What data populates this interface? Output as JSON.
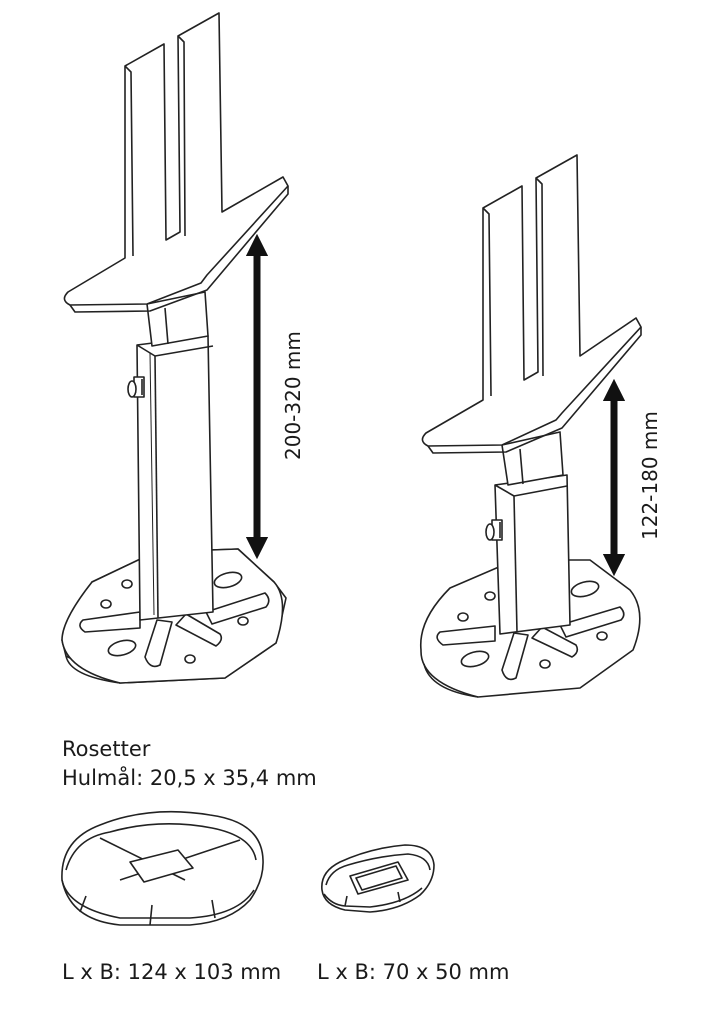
{
  "left_bracket": {
    "height_range": "200-320 mm"
  },
  "right_bracket": {
    "height_range": "122-180 mm"
  },
  "rosetter": {
    "title": "Rosetter",
    "hole_size": "Hulmål: 20,5 x 35,4 mm",
    "large": {
      "size": "L x B: 124 x 103 mm"
    },
    "small": {
      "size": "L x B: 70 x 50 mm"
    }
  }
}
